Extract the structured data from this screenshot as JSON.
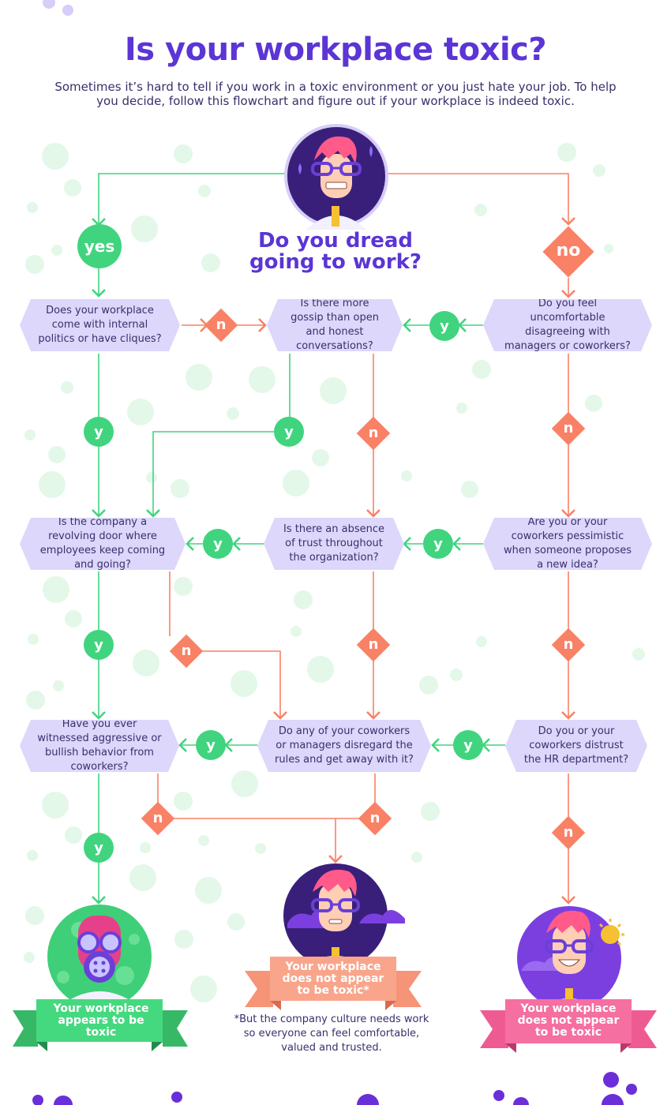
{
  "header": {
    "title": "Is your workplace toxic?",
    "subtitle": "Sometimes it’s hard to tell if you work in a toxic environment or you just hate your job. To help you decide, follow this flowchart and figure out if your workplace is indeed toxic."
  },
  "start": {
    "question": "Do you dread going to work?",
    "yes": "yes",
    "no": "no"
  },
  "questions": {
    "politics": "Does your workplace come with internal politics or have cliques?",
    "gossip": "Is there more gossip than open and honest conversations?",
    "disagree": "Do you feel uncomfortable disagreeing with managers or coworkers?",
    "revolving": "Is the company a revolving door where employees keep coming and going?",
    "trust": "Is there an absence of trust throughout the organization?",
    "pessimistic": "Are you or your coworkers pessimistic when someone proposes a new idea?",
    "aggressive": "Have you ever witnessed aggressive or bullish behavior from coworkers?",
    "rules": "Do any of your coworkers or managers disregard the rules and get away with it?",
    "hr": "Do you or your coworkers distrust the HR department?"
  },
  "labels": {
    "y": "y",
    "n": "n"
  },
  "results": {
    "toxic": "Your workplace appears to be toxic",
    "needs_work": "Your workplace does not appear to be toxic*",
    "not_toxic": "Your workplace does not appear to be toxic"
  },
  "footnote": "*But the company culture needs work so everyone can feel comfortable, valued and trusted.",
  "colors": {
    "title": "#5b35d5",
    "yes_green": "#40d47e",
    "no_coral": "#f98166",
    "question_box": "#dcd7fb",
    "bubble": "#e3f8e8",
    "ribbon_green": "#45d97f",
    "ribbon_peach": "#f9a58b",
    "ribbon_pink": "#f56fa0"
  }
}
